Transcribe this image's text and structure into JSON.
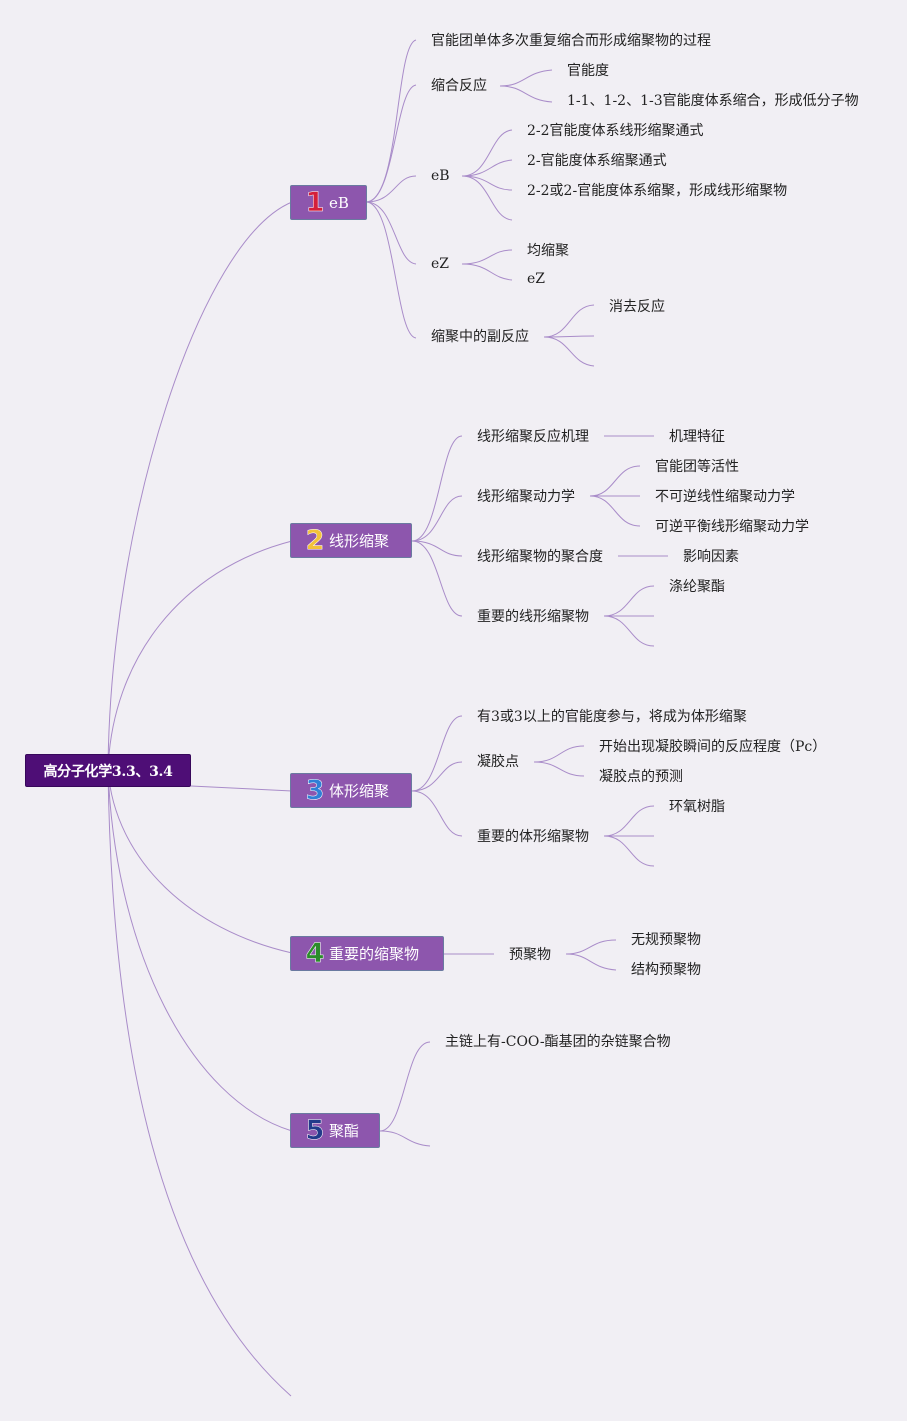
{
  "root": {
    "label": "高分子化学3.3、3.4"
  },
  "branches": [
    {
      "num": "1",
      "num_color": "#d41f3a",
      "label": "eB",
      "children": [
        {
          "label": "官能团单体多次重复缩合而形成缩聚物的过程"
        },
        {
          "label": "缩合反应",
          "children": [
            "官能度",
            "1-1、1-2、1-3官能度体系缩合，形成低分子物"
          ]
        },
        {
          "label": "eB",
          "children": [
            "2-2官能度体系线形缩聚通式",
            "2-官能度体系缩聚通式",
            "2-2或2-官能度体系缩聚，形成线形缩聚物"
          ]
        },
        {
          "label": "eZ",
          "children": [
            "均缩聚",
            "eZ"
          ]
        },
        {
          "label": "缩聚中的副反应",
          "children": [
            "消去反应"
          ]
        }
      ]
    },
    {
      "num": "2",
      "num_color": "#f2c23a",
      "label": "线形缩聚",
      "children": [
        {
          "label": "线形缩聚反应机理",
          "children": [
            "机理特征"
          ]
        },
        {
          "label": "线形缩聚动力学",
          "children": [
            "官能团等活性",
            "不可逆线性缩聚动力学",
            "可逆平衡线形缩聚动力学"
          ]
        },
        {
          "label": "线形缩聚物的聚合度",
          "children": [
            "影响因素"
          ]
        },
        {
          "label": "重要的线形缩聚物",
          "children": [
            "涤纶聚酯"
          ]
        }
      ]
    },
    {
      "num": "3",
      "num_color": "#2f7fd6",
      "label": "体形缩聚",
      "children": [
        {
          "label": "有3或3以上的官能度参与，将成为体形缩聚"
        },
        {
          "label": "凝胶点",
          "children": [
            "开始出现凝胶瞬间的反应程度（Pc）",
            "凝胶点的预测"
          ]
        },
        {
          "label": "重要的体形缩聚物",
          "children": [
            "环氧树脂"
          ]
        }
      ]
    },
    {
      "num": "4",
      "num_color": "#2a8c2a",
      "label": "重要的缩聚物",
      "children": [
        {
          "label": "预聚物",
          "children": [
            "无规预聚物",
            "结构预聚物"
          ]
        }
      ]
    },
    {
      "num": "5",
      "num_color": "#223a8a",
      "label": "聚酯",
      "children": [
        {
          "label": "主链上有-COO-酯基团的杂链聚合物"
        }
      ]
    }
  ],
  "link_color": "#a98cc9"
}
